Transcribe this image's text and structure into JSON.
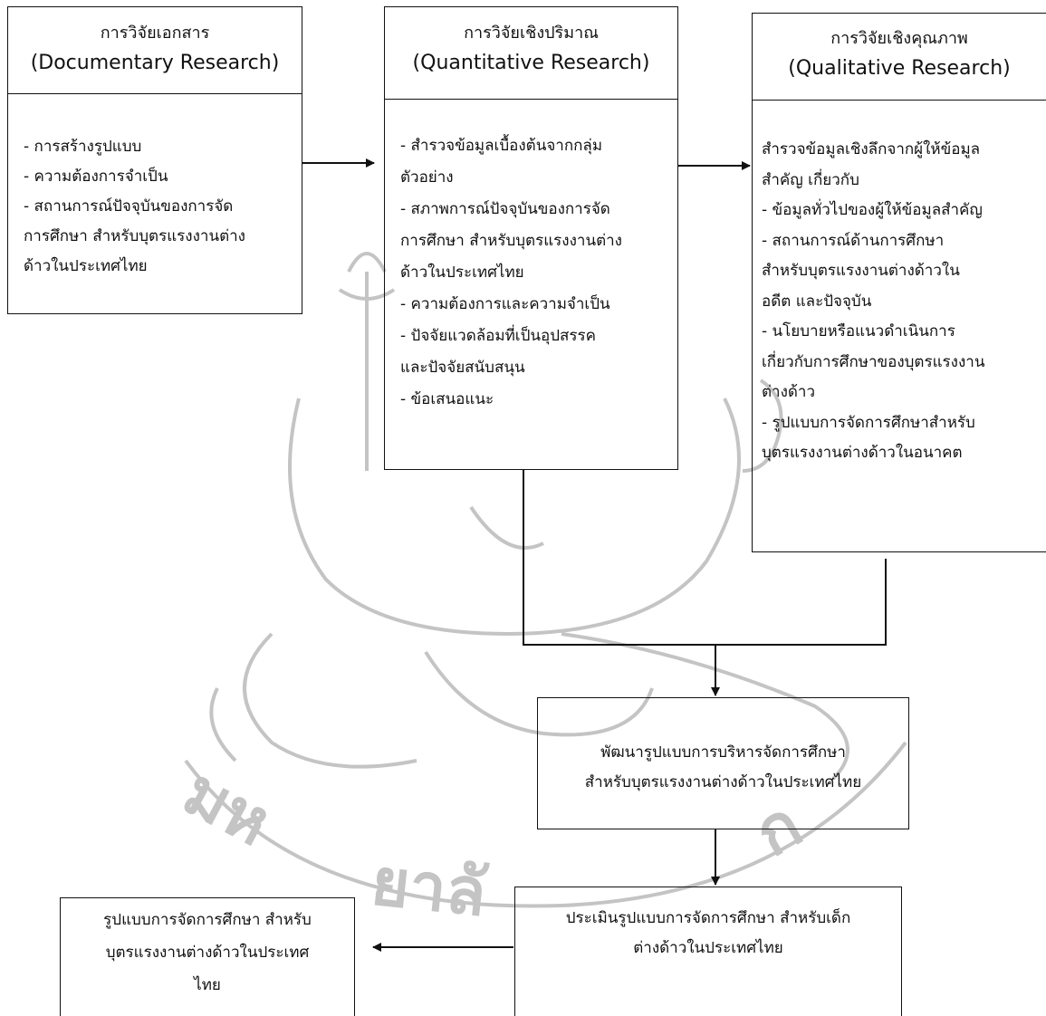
{
  "documentary": {
    "title_th": "การวิจัยเอกสาร",
    "title_en": "(Documentary Research)",
    "items": [
      "- การสร้างรูปแบบ",
      "- ความต้องการจำเป็น",
      "- สถานการณ์ปัจจุบันของการจัด",
      "การศึกษา สำหรับบุตรแรงงานต่าง",
      "ด้าวในประเทศไทย"
    ]
  },
  "quantitative": {
    "title_th": "การวิจัยเชิงปริมาณ",
    "title_en": "(Quantitative Research)",
    "items": [
      "- สำรวจข้อมูลเบื้องต้นจากกลุ่ม",
      "ตัวอย่าง",
      "- สภาพการณ์ปัจจุบันของการจัด",
      "การศึกษา สำหรับบุตรแรงงานต่าง",
      "ด้าวในประเทศไทย",
      "- ความต้องการและความจำเป็น",
      "- ปัจจัยแวดล้อมที่เป็นอุปสรรค",
      "และปัจจัยสนับสนุน",
      "- ข้อเสนอแนะ"
    ]
  },
  "qualitative": {
    "title_th": "การวิจัยเชิงคุณภาพ",
    "title_en": "(Qualitative Research)",
    "items": [
      "สำรวจข้อมูลเชิงลึกจากผู้ให้ข้อมูล",
      "สำคัญ เกี่ยวกับ",
      "- ข้อมูลทั่วไปของผู้ให้ข้อมูลสำคัญ",
      "- สถานการณ์ด้านการศึกษา",
      "สำหรับบุตรแรงงานต่างด้าวใน",
      "อดีต และปัจจุบัน",
      "- นโยบายหรือแนวดำเนินการ",
      "เกี่ยวกับการศึกษาของบุตรแรงงาน",
      "ต่างด้าว",
      "- รูปแบบการจัดการศึกษาสำหรับ",
      "บุตรแรงงานต่างด้าวในอนาคต"
    ]
  },
  "develop": {
    "line1": "พัฒนารูปแบบการบริหารจัดการศึกษา",
    "line2": "สำหรับบุตรแรงงานต่างด้าวในประเทศไทย"
  },
  "evaluate": {
    "line1": "ประเมินรูปแบบการจัดการศึกษา สำหรับเด็ก",
    "line2": "ต่างด้าวในประเทศไทย"
  },
  "result": {
    "line1": "รูปแบบการจัดการศึกษา สำหรับ",
    "line2": "บุตรแรงงานต่างด้าวในประเทศ",
    "line3": "ไทย"
  },
  "colors": {
    "stroke": "#111111",
    "watermark": "#bdbdbd"
  }
}
